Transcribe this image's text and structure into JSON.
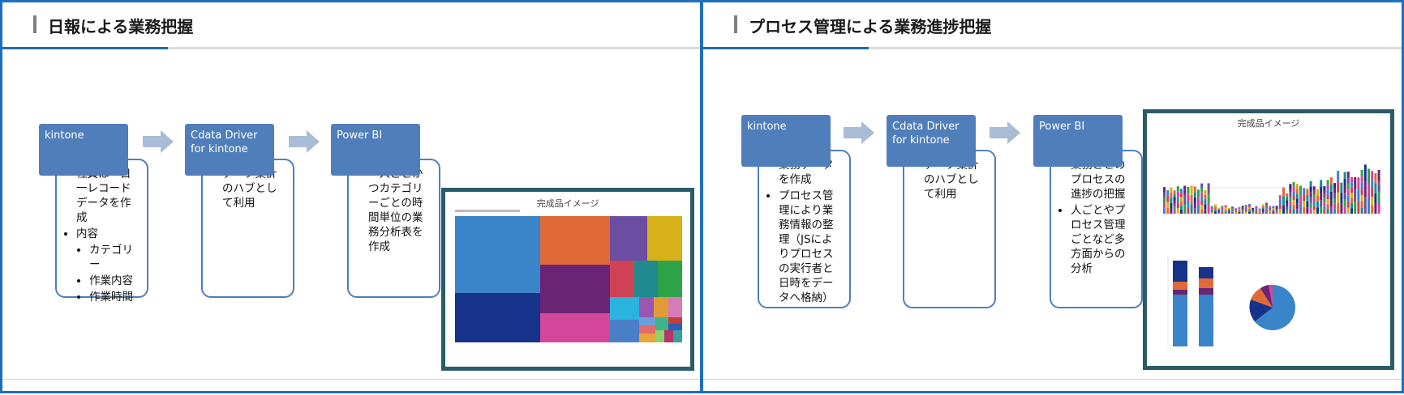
{
  "left": {
    "title": "日報による業務把握",
    "steps": [
      {
        "header": "kintone",
        "bullets": [
          "社員は一日一レコードデータを作成",
          "内容"
        ],
        "sub_bullets": [
          "カテゴリー",
          "作業内容",
          "作業時間"
        ]
      },
      {
        "header": "Cdata Driver for kintone",
        "bullets": [
          "データ集計のハブとして利用"
        ]
      },
      {
        "header": "Power BI",
        "bullets": [
          "一人ごとかつカテゴリーごとの時間単位の業務分析表を作成"
        ]
      }
    ],
    "preview_title": "完成品イメージ"
  },
  "right": {
    "title": "プロセス管理による業務進捗把握",
    "steps": [
      {
        "header": "kintone",
        "bullets": [
          "業務データを作成",
          "プロセス管理により業務情報の整理（JSによりプロセスの実行者と日時をデータへ格納）"
        ]
      },
      {
        "header": "Cdata Driver for kintone",
        "bullets": [
          "データ集計のハブとして利用"
        ]
      },
      {
        "header": "Power BI",
        "bullets": [
          "業務ごとのプロセスの進捗の把握",
          "人ごとやプロセス管理ごとなど多方面からの分析"
        ]
      }
    ],
    "preview_title": "完成品イメージ"
  },
  "colors": {
    "frame": "#1f6fbf",
    "header_fill": "#4f7ebb",
    "arrow": "#a9bcd6",
    "preview_border": "#2a5c67"
  }
}
